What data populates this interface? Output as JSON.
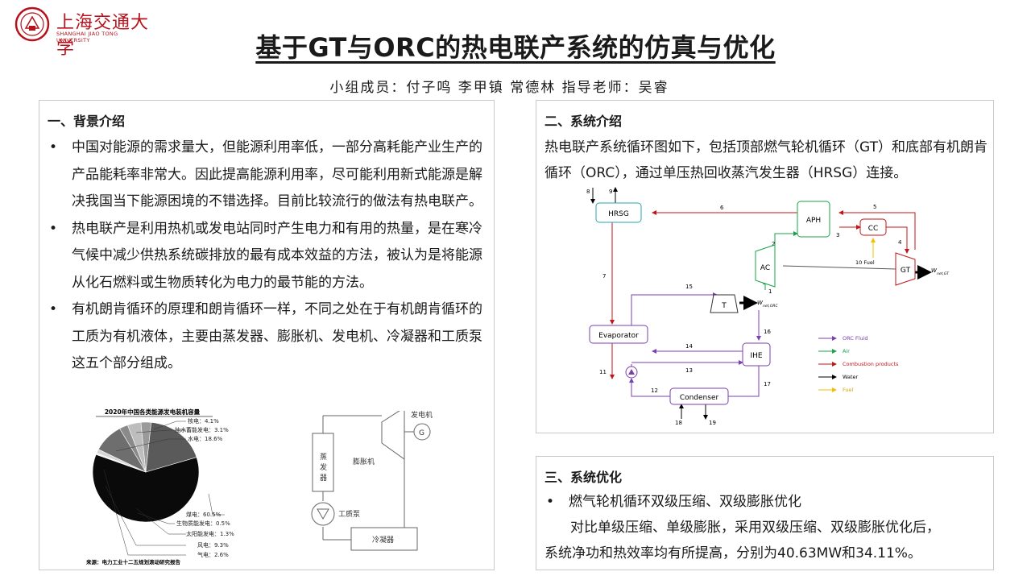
{
  "header": {
    "university_cn": "上海交通大学",
    "university_en": "SHANGHAI JIAO TONG UNIVERSITY",
    "title": "基于GT与ORC的热电联产系统的仿真与优化",
    "members": "小组成员：付子鸣  李甲镇  常德林  指导老师：吴睿"
  },
  "panel1": {
    "heading": "一、背景介绍",
    "bullets": [
      "中国对能源的需求量大，但能源利用率低，一部分高耗能产业生产的产品能耗率非常大。因此提高能源利用率，尽可能利用新式能源是解决我国当下能源困境的不错选择。目前比较流行的做法有热电联产。",
      "热电联产是利用热机或发电站同时产生电力和有用的热量，是在寒冷气候中减少供热系统碳排放的最有成本效益的方法，被认为是将能源从化石燃料或生物质转化为电力的最节能的方法。",
      "有机朗肯循环的原理和朗肯循环一样，不同之处在于有机朗肯循环的工质为有机液体，主要由蒸发器、膨胀机、发电机、冷凝器和工质泵这五个部分组成。"
    ]
  },
  "pie": {
    "title": "2020年中国各类能源发电装机容量",
    "source": "来源：电力工业十二五规划滚动研究报告",
    "labels": [
      "核电：4.1%",
      "抽水蓄能发电：3.1%",
      "水电：18.6%",
      "煤电：60.5%",
      "生物质能发电：0.5%",
      "太阳能发电：1.3%",
      "风电：9.3%",
      "气电：2.6%"
    ]
  },
  "chart_data": {
    "type": "pie",
    "title": "2020年中国各类能源发电装机容量",
    "categories": [
      "核电",
      "抽水蓄能发电",
      "水电",
      "煤电",
      "生物质能发电",
      "太阳能发电",
      "风电",
      "气电"
    ],
    "values": [
      4.1,
      3.1,
      18.6,
      60.5,
      0.5,
      1.3,
      9.3,
      2.6
    ],
    "colors": [
      "#bdbdbd",
      "#9a9a9a",
      "#5a5a5a",
      "#0a0a0a",
      "#f0f0f0",
      "#d6d6d6",
      "#6e6e6e",
      "#8a8a8a"
    ]
  },
  "orc_diagram": {
    "evaporator": "蒸发器",
    "expander": "膨胀机",
    "generator": "发电机",
    "generator_symbol": "G",
    "pump": "工质泵",
    "condenser": "冷凝器"
  },
  "panel2": {
    "heading": "二、系统介绍",
    "intro": "热电联产系统循环图如下，包括顶部燃气轮机循环（GT）和底部有机朗肯循环（ORC），通过单压热回收蒸汽发生器（HRSG）连接。"
  },
  "system_diagram": {
    "blocks": {
      "hrsg": "HRSG",
      "aph": "APH",
      "cc": "CC",
      "ac": "AC",
      "gt": "GT",
      "t": "T",
      "evaporator": "Evaporator",
      "ihe": "IHE",
      "condenser": "Condenser"
    },
    "streams": {
      "s1": "1",
      "s2": "2",
      "s3": "3",
      "s4": "4",
      "s5": "5",
      "s6": "6",
      "s7": "7",
      "s8": "8",
      "s9": "9",
      "s10": "10 Fuel",
      "s11": "11",
      "s12": "12",
      "s13": "13",
      "s14": "14",
      "s15": "15",
      "s16": "16",
      "s17": "17",
      "s18": "18",
      "s19": "19"
    },
    "w_net_gt": "W",
    "w_net_gt_sub": "net,GT",
    "w_net_orc": "W",
    "w_net_orc_sub": "net,ORC",
    "legend": [
      "ORC Fluid",
      "Air",
      "Combustion products",
      "Water",
      "Fuel"
    ],
    "colors": {
      "orc": "#7a3fb0",
      "air": "#19a34a",
      "combustion": "#c0151a",
      "water": "#000000",
      "fuel": "#f0c000",
      "block": "#2aa6b6"
    }
  },
  "panel3": {
    "heading": "三、系统优化",
    "bullet": "燃气轮机循环双级压缩、双级膨胀优化",
    "line2": "对比单级压缩、单级膨胀，采用双级压缩、双级膨胀优化后，",
    "line3": "系统净功和热效率均有所提高，分别为40.63MW和34.11%。"
  }
}
